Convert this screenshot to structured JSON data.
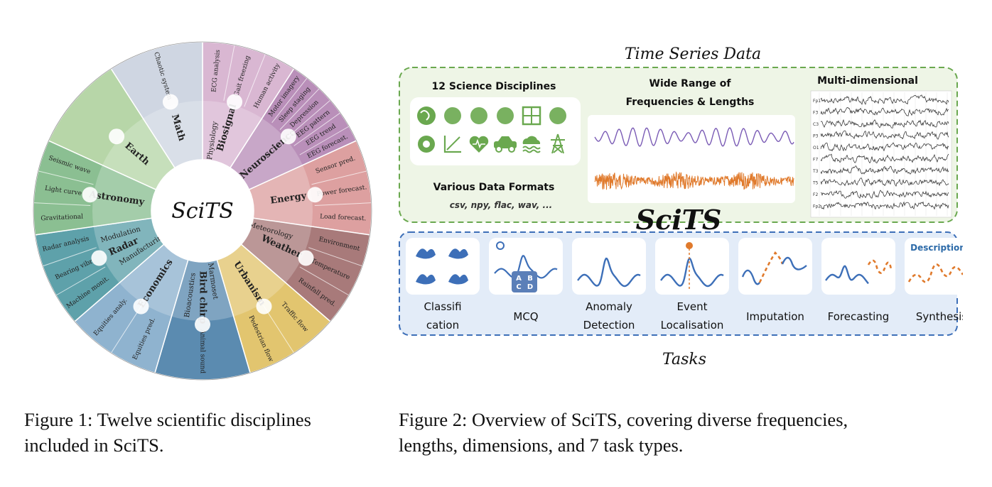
{
  "figure1": {
    "center_label": "SciTS",
    "disciplines": [
      {
        "name": "Biosignal",
        "color": "#d9b7d2",
        "subs": [
          "Physiology"
        ],
        "tasks": [
          "ECG analysis",
          "Gait freezing",
          "Human activity"
        ],
        "icon": "heart-pulse-icon"
      },
      {
        "name": "Neuroscience",
        "color": "#b98fb9",
        "subs": [],
        "tasks": [
          "Motor imagery",
          "Sleep staging",
          "Depression",
          "EEG pattern",
          "EEG trend",
          "EEG forecast."
        ],
        "icon": "brain-icon"
      },
      {
        "name": "Energy",
        "color": "#dda0a0",
        "subs": [],
        "tasks": [
          "Sensor pred.",
          "Power forecast.",
          "Load forecast."
        ],
        "icon": "power-tower-icon"
      },
      {
        "name": "Weather",
        "color": "#a87a7a",
        "subs": [
          "Meteorology"
        ],
        "tasks": [
          "Environment",
          "Temperature",
          "Rainfall pred."
        ],
        "icon": "cloud-rain-icon"
      },
      {
        "name": "Urbanism",
        "color": "#e2c56f",
        "subs": [],
        "tasks": [
          "Traffic flow",
          "Pedestrian flow"
        ],
        "icon": "car-icon"
      },
      {
        "name": "Bird chirp",
        "color": "#5b8bb0",
        "subs": [
          "Marmoset",
          "Bioacoustics"
        ],
        "tasks": [
          "Animal sound"
        ],
        "icon": "chameleon-icon"
      },
      {
        "name": "Economics",
        "color": "#8fb3cf",
        "subs": [],
        "tasks": [
          "Equities pred.",
          "Equities analy."
        ],
        "icon": "chart-icon"
      },
      {
        "name": "Radar",
        "color": "#5ea1aa",
        "subs": [
          "Manufacturing",
          "Modulation"
        ],
        "tasks": [
          "Machine monit.",
          "Bearing vibr.",
          "Radar analysis"
        ],
        "icon": "radar-dish-icon"
      },
      {
        "name": "Astronomy",
        "color": "#8bbf92",
        "subs": [],
        "tasks": [
          "Gravitational",
          "Light curve",
          "Seismic wave"
        ],
        "icon": "telescope-icon"
      },
      {
        "name": "Earth",
        "color": "#b7d6a8",
        "subs": [],
        "tasks": [],
        "icon": "globe-icon"
      },
      {
        "name": "Math",
        "color": "#cfd6e2",
        "subs": [],
        "tasks": [
          "Chaotic system"
        ],
        "icon": "calculator-icon"
      }
    ]
  },
  "figure2": {
    "top_title": "Time Series Data",
    "disciplines_title": "12 Science Disciplines",
    "freq_title_1": "Wide Range of",
    "freq_title_2": "Frequencies & Lengths",
    "multi_title": "Multi-dimensional",
    "formats_title": "Various Data Formats",
    "formats_list": "csv, npy, flac, wav, ...",
    "center_logo": "SciTS",
    "channels": [
      "Fp1",
      "F3",
      "C3",
      "P3",
      "O1",
      "F7",
      "T3",
      "T5",
      "F2",
      "Fp2"
    ],
    "tasks": [
      {
        "line1": "Classifi",
        "line2": "cation"
      },
      {
        "line1": "MCQ",
        "line2": "",
        "choices": [
          "A",
          "B",
          "C",
          "D"
        ]
      },
      {
        "line1": "Anomaly",
        "line2": "Detection"
      },
      {
        "line1": "Event",
        "line2": "Localisation"
      },
      {
        "line1": "Imputation",
        "line2": ""
      },
      {
        "line1": "Forecasting",
        "line2": ""
      },
      {
        "line1": "Synthesis",
        "line2": "",
        "banner": "Description→"
      }
    ],
    "bottom_title": "Tasks",
    "green": "#6aa84f",
    "blue": "#3d6fb8",
    "orange": "#e07a2c",
    "purple": "#7a5bb5"
  },
  "captions": {
    "fig1_line1": "Figure 1: Twelve scientific disciplines",
    "fig1_line2": "included in SciTS.",
    "fig2_line1": "Figure 2: Overview of SciTS, covering diverse frequencies,",
    "fig2_line2": "lengths, dimensions, and 7 task types."
  }
}
